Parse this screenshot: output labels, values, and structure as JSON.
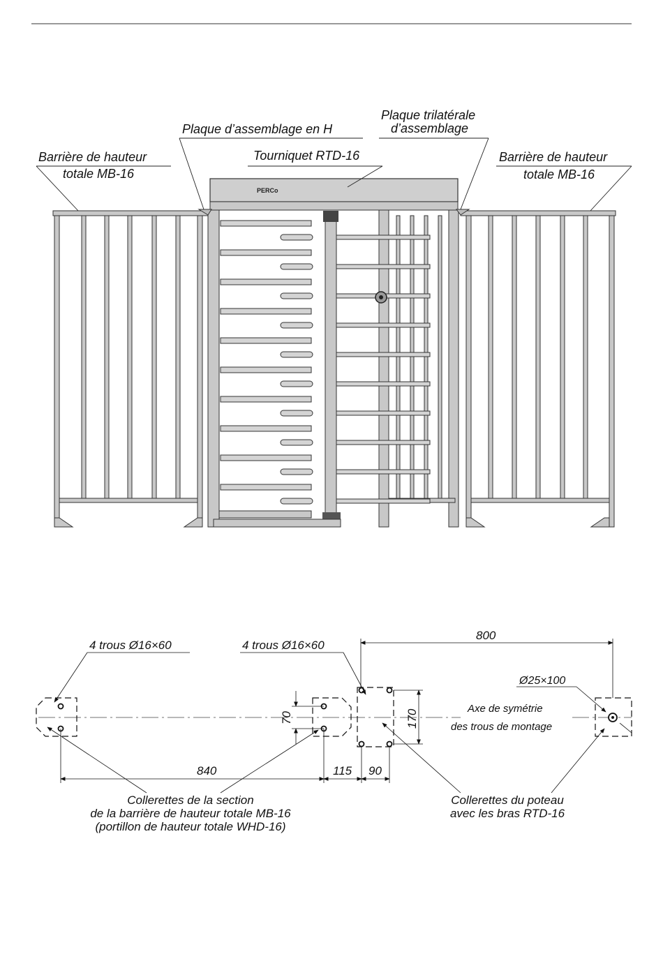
{
  "colors": {
    "line": "#222222",
    "metal": "#c8c8c8",
    "cover": "#cfcfcf",
    "background": "#ffffff"
  },
  "elevation": {
    "label_h_plate": "Plaque d’assemblage en H",
    "label_tri_plate_line1": "Plaque trilatérale",
    "label_tri_plate_line2": "d’assemblage",
    "label_turnstile": "Tourniquet RTD-16",
    "label_left_barrier_line1": "Barrière de hauteur",
    "label_left_barrier_line2": "totale MB-16",
    "label_right_barrier_line1": "Barrière de hauteur",
    "label_right_barrier_line2": "totale MB-16",
    "brand": "PERCo"
  },
  "plan": {
    "holes_left": "4 trous Ø16×60",
    "holes_center": "4 trous Ø16×60",
    "dim_800": "800",
    "hole_right": "Ø25×100",
    "axis_line1": "Axe de symétrie",
    "axis_line2": "des trous de montage",
    "dim_70": "70",
    "dim_170": "170",
    "dim_840": "840",
    "dim_115": "115",
    "dim_90": "90",
    "collar_section_line1": "Collerettes de la section",
    "collar_section_line2": "de la barrière de hauteur totale MB-16",
    "collar_section_line3": "(portillon de hauteur  totale WHD-16)",
    "collar_post_line1": "Collerettes du poteau",
    "collar_post_line2": "avec les bras RTD-16"
  }
}
